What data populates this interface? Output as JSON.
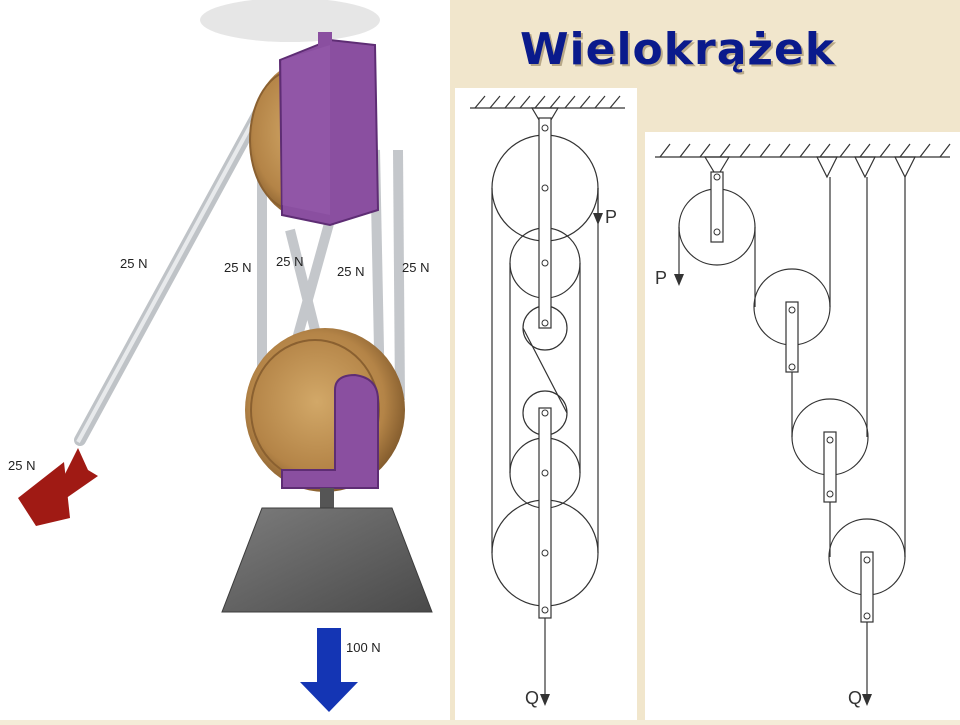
{
  "slide": {
    "title": "Wielokrążek"
  },
  "photo_illustration": {
    "rope_force_labels": [
      "25 N",
      "25 N",
      "25 N",
      "25 N",
      "25 N"
    ],
    "pull_force_label": "25 N",
    "load_force_label": "100 N"
  },
  "diagram_compound_pulley": {
    "effort_label": "P",
    "load_label": "Q"
  },
  "diagram_cascade_pulley": {
    "effort_label": "P",
    "load_label": "Q"
  },
  "colors": {
    "title": "#0a1a8c",
    "frame": "#8a4fa0",
    "wood": "#b88a4e",
    "rope": "#c9ccd0",
    "pull_arrow": "#a01a14",
    "load_arrow": "#1435b4",
    "weight": "#6b6b6b"
  }
}
